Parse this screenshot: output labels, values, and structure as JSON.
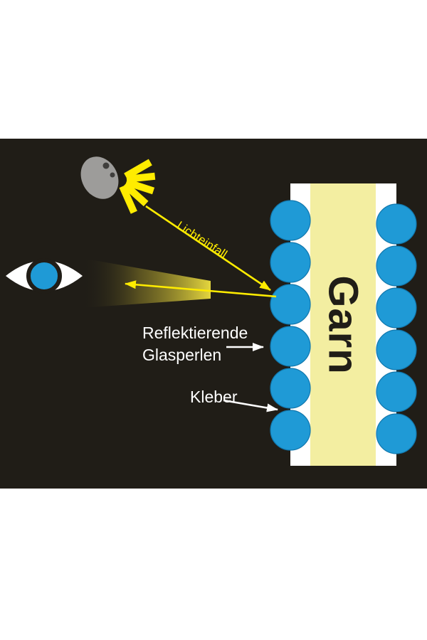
{
  "diagram": {
    "labels": {
      "light_incidence": "Lichteinfall",
      "reflective_beads_line1": "Reflektierende",
      "reflective_beads_line2": "Glasperlen",
      "glue": "Kleber",
      "yarn": "Garn"
    },
    "colors": {
      "panel_bg": "#201d17",
      "accent_yellow": "#ffec00",
      "bead_blue": "#1f9ad6",
      "yarn_band": "#f3eea1",
      "label_white": "#ffffff",
      "lamp_gray": "#9d9c9a"
    },
    "beads": {
      "left_count": 6,
      "right_count": 6
    }
  }
}
